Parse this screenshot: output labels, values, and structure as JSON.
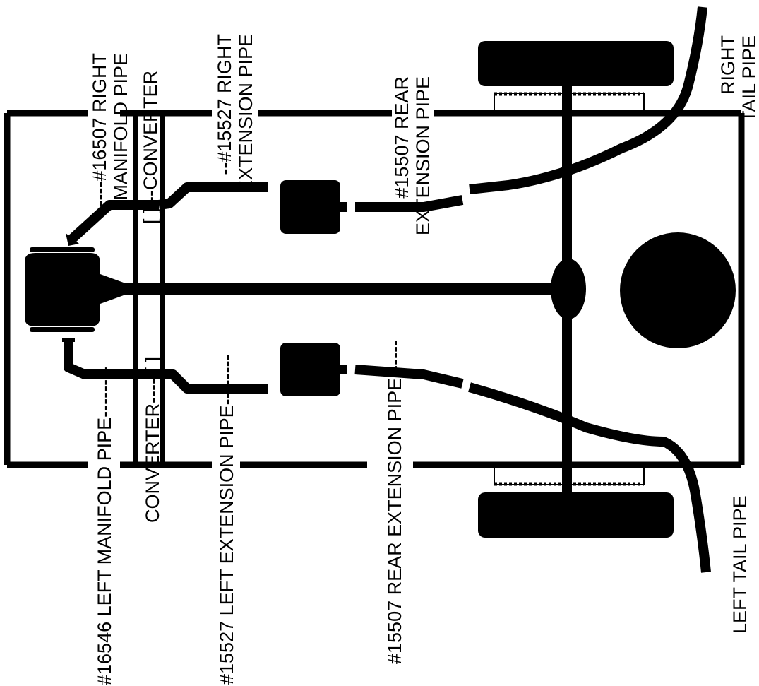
{
  "labels": {
    "right_manifold_1": "------#16507 RIGHT",
    "right_manifold_2": "MANIFOLD PIPE",
    "right_converter": "[ ] --CONVERTER",
    "right_extension_1": "--#15527 RIGHT",
    "right_extension_2": "EXTENSION PIPE",
    "rear_extension_top_1": "#15507 REAR",
    "rear_extension_top_2": "EXTENSION PIPE",
    "right_tail_1": "RIGHT",
    "right_tail_2": "TAIL PIPE",
    "left_manifold": "#16546 LEFT MANIFOLD PIPE--------",
    "left_converter": "CONVERTER---- [ ]",
    "left_extension": "#15527 LEFT EXTENSION PIPE--------",
    "rear_extension_bottom": "#15507 REAR EXTENSION PIPE------",
    "left_tail": "LEFT TAIL PIPE"
  },
  "colors": {
    "ink": "#000000",
    "paper": "#ffffff"
  }
}
